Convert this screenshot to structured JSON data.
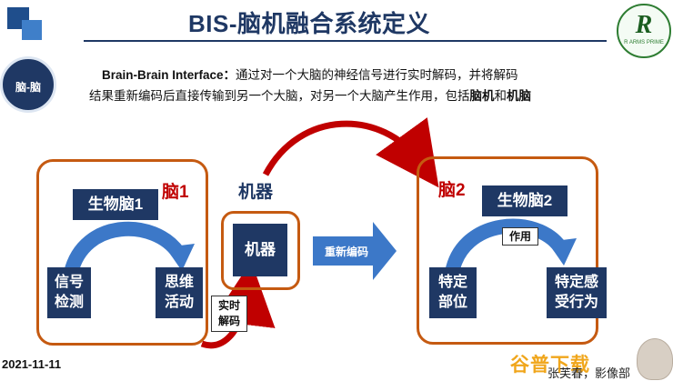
{
  "header": {
    "title": "BIS-脑机融合系统定义"
  },
  "logo": {
    "letter": "R",
    "caption": "R ARMS PRIME"
  },
  "badge": {
    "label": "脑-脑"
  },
  "description": {
    "line1_term": "Brain-Brain Interface：",
    "line1_text": "通过对一个大脑的神经信号进行实时解码，并将解码",
    "line2_text": "结果重新编码后直接传输到另一个大脑，对另一个大脑产生作用，包括",
    "line2_bold1": "脑机",
    "line2_and": "和",
    "line2_bold2": "机脑"
  },
  "brain1": {
    "label": "脑1",
    "title": "生物脑1",
    "left_box": "信号\n检测",
    "right_box": "思维\n活动"
  },
  "machine": {
    "label": "机器",
    "box": "机器",
    "decode_label": "实时\n解码"
  },
  "encode_arrow": {
    "label": "重新编码"
  },
  "brain2": {
    "label": "脑2",
    "title": "生物脑2",
    "action_label": "作用",
    "left_box": "特定\n部位",
    "right_box": "特定感\n受行为"
  },
  "footer": {
    "date": "2021-11-11",
    "watermark": "谷普下载",
    "author": "张芙春，影像部"
  },
  "colors": {
    "navy": "#1f3864",
    "frame": "#c55a11",
    "accent_red": "#c00000",
    "arrow_blue": "#3c78c8"
  }
}
